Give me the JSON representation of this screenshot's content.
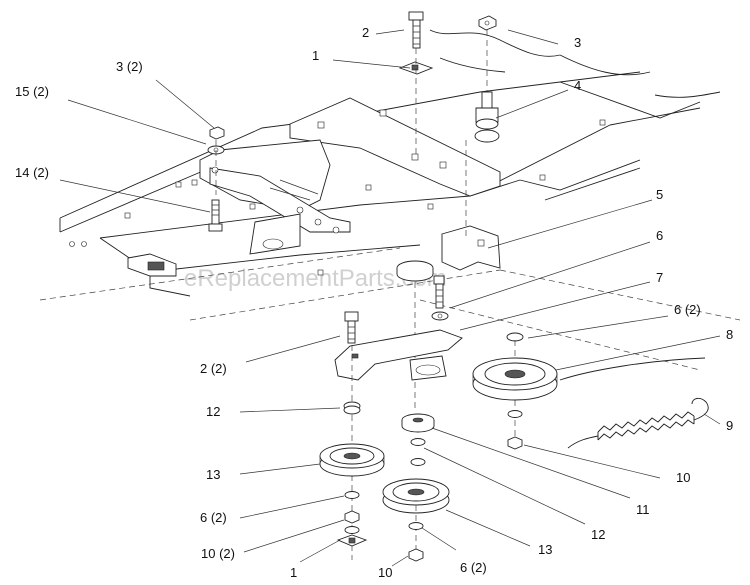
{
  "watermark": "eReplacementParts.com",
  "callouts": {
    "c1_top": "1",
    "c2_top": "2",
    "c3_top": "3",
    "c3_2": "3 (2)",
    "c4": "4",
    "c15_2": "15 (2)",
    "c14_2": "14 (2)",
    "c5": "5",
    "c6_a": "6",
    "c7": "7",
    "c6_2_a": "6 (2)",
    "c8": "8",
    "c2_2": "2 (2)",
    "c9": "9",
    "c12_a": "12",
    "c10_a": "10",
    "c13_a": "13",
    "c11": "11",
    "c12_b": "12",
    "c6_2_b": "6 (2)",
    "c13_b": "13",
    "c10_2": "10 (2)",
    "c6_2_c": "6 (2)",
    "c1_bot": "1",
    "c10_b": "10"
  }
}
